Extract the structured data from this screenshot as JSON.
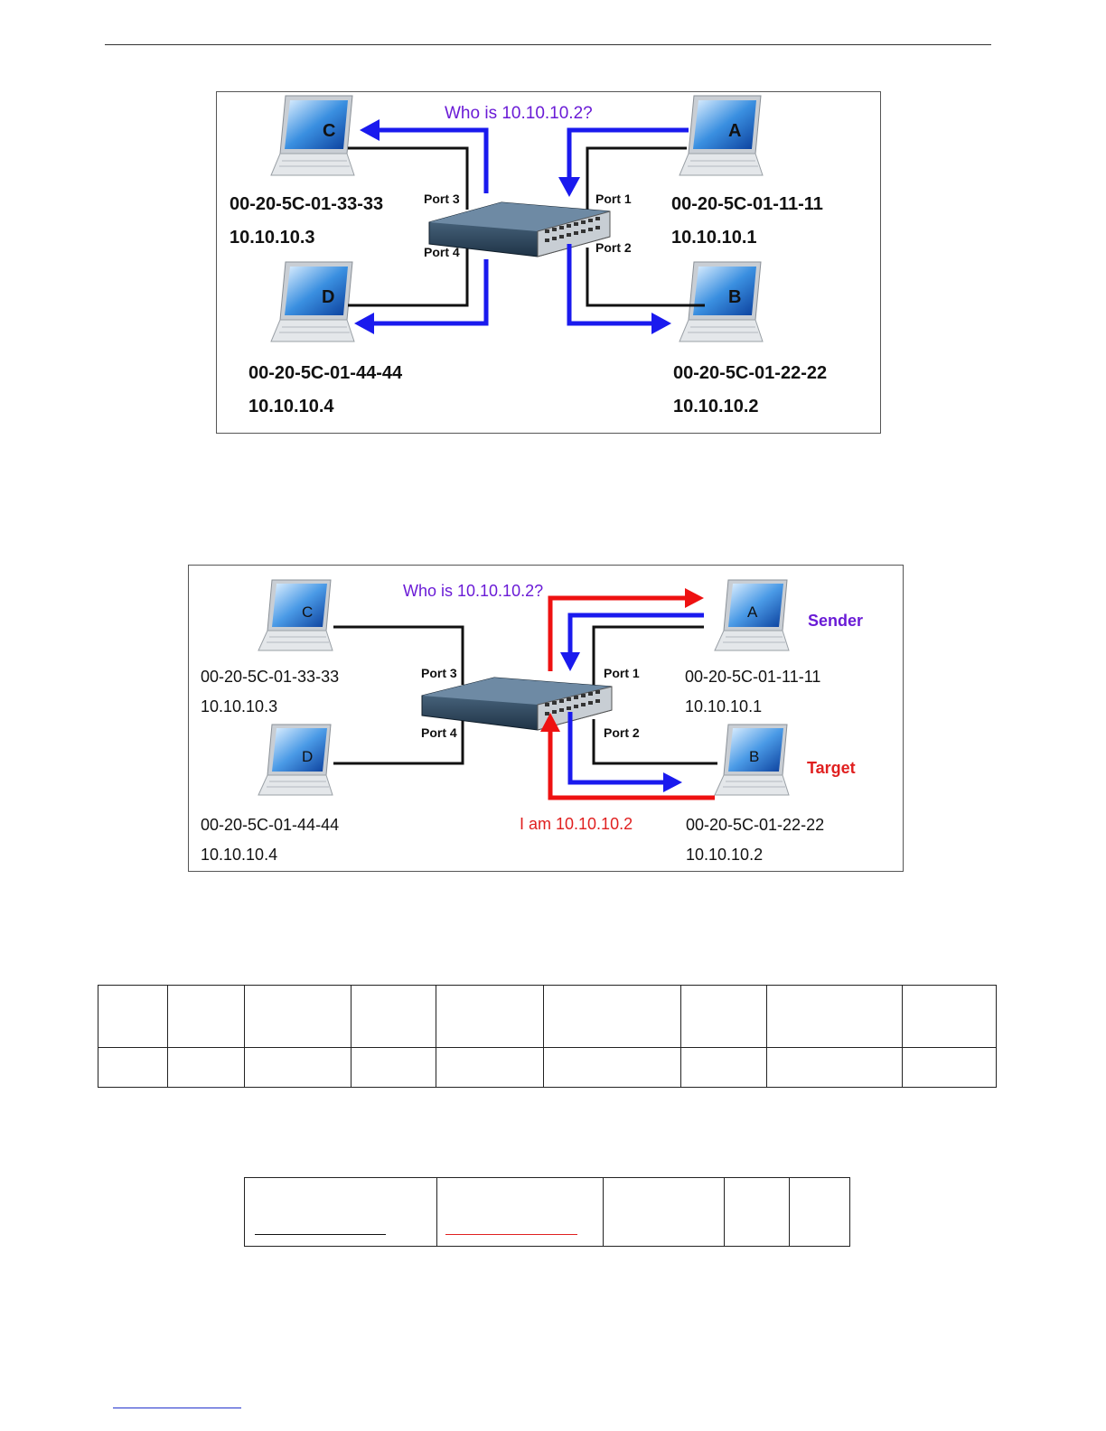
{
  "figure1": {
    "question": "Who is 10.10.10.2?",
    "hosts": {
      "C": {
        "letter": "C",
        "mac": "00-20-5C-01-33-33",
        "ip": "10.10.10.3"
      },
      "A": {
        "letter": "A",
        "mac": "00-20-5C-01-11-11",
        "ip": "10.10.10.1"
      },
      "D": {
        "letter": "D",
        "mac": "00-20-5C-01-44-44",
        "ip": "10.10.10.4"
      },
      "B": {
        "letter": "B",
        "mac": "00-20-5C-01-22-22",
        "ip": "10.10.10.2"
      }
    },
    "ports": {
      "p1": "Port 1",
      "p2": "Port 2",
      "p3": "Port 3",
      "p4": "Port 4"
    }
  },
  "figure2": {
    "question": "Who is 10.10.10.2?",
    "sender": "Sender",
    "target": "Target",
    "reply": "I am 10.10.10.2",
    "hosts": {
      "C": {
        "letter": "C",
        "mac": "00-20-5C-01-33-33",
        "ip": "10.10.10.3"
      },
      "A": {
        "letter": "A",
        "mac": "00-20-5C-01-11-11",
        "ip": "10.10.10.1"
      },
      "D": {
        "letter": "D",
        "mac": "00-20-5C-01-44-44",
        "ip": "10.10.10.4"
      },
      "B": {
        "letter": "B",
        "mac": "00-20-5C-01-22-22",
        "ip": "10.10.10.2"
      }
    },
    "ports": {
      "p1": "Port 1",
      "p2": "Port 2",
      "p3": "Port 3",
      "p4": "Port 4"
    }
  },
  "colors": {
    "request_arrow": "#1a1aee",
    "reply_arrow": "#ee1111",
    "cable": "#111111"
  },
  "icons": [
    "laptop-icon",
    "switch-icon",
    "arrow-icon"
  ]
}
